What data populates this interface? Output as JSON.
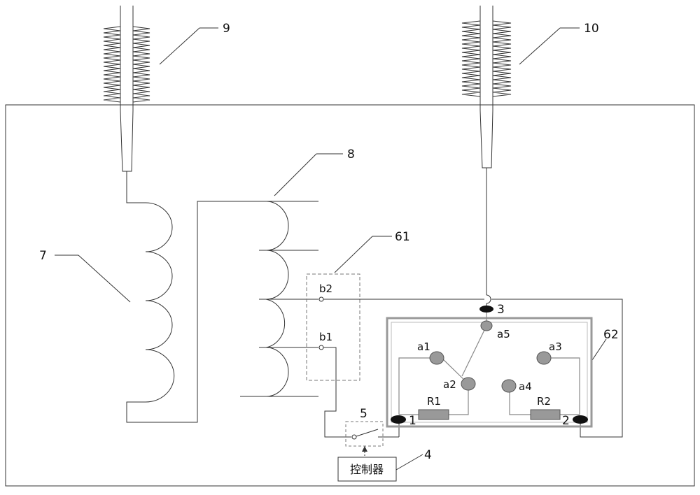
{
  "labels": {
    "bushing_left": "9",
    "bushing_right": "10",
    "winding_tap": "8",
    "winding_primary": "7",
    "selector": "61",
    "diverter": "62",
    "switch": "5",
    "controller_ref": "4",
    "terminal_1": "1",
    "terminal_2": "2",
    "terminal_3": "3"
  },
  "contacts": {
    "a1": "a1",
    "a2": "a2",
    "a3": "a3",
    "a4": "a4",
    "a5": "a5",
    "b1": "b1",
    "b2": "b2"
  },
  "resistors": {
    "r1": "R1",
    "r2": "R2"
  },
  "controller": {
    "label": "控制器"
  }
}
